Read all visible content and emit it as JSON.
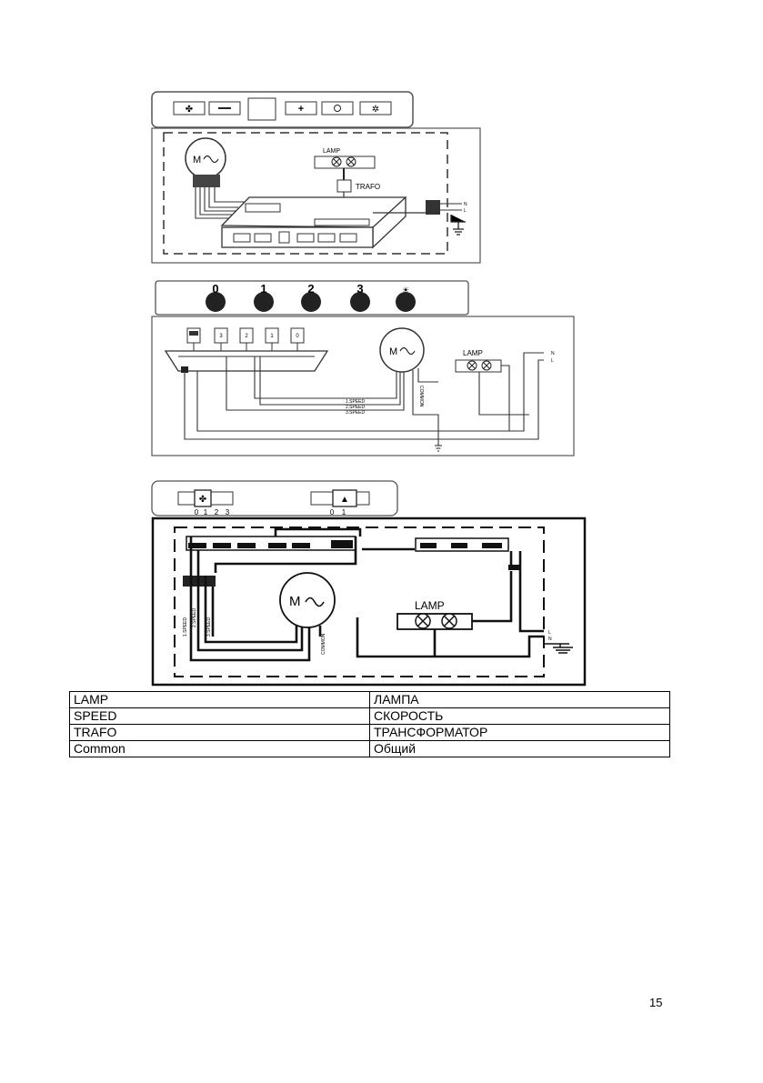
{
  "diagram1": {
    "panel_button_icons": [
      "fan-icon",
      "minus-icon",
      "display-icon",
      "plus-icon",
      "timer-icon",
      "light-icon"
    ],
    "lamp_label": "LAMP",
    "trafo_label": "TRAFO",
    "motor_label": "M",
    "terminal_labels": [
      "N",
      "L"
    ]
  },
  "diagram2": {
    "switch_labels": [
      "0",
      "1",
      "2",
      "3"
    ],
    "knob_labels": [
      "3",
      "2",
      "1",
      "0"
    ],
    "motor_label": "M",
    "lamp_label": "LAMP",
    "wire_labels": [
      "1.SPEED",
      "2.SPEED",
      "3.SPEED"
    ],
    "common_label": "COMMON",
    "terminal_labels": [
      "N",
      "L"
    ]
  },
  "diagram3": {
    "fan_scale": [
      "0",
      "1",
      "2",
      "3"
    ],
    "lamp_scale": [
      "0",
      "1"
    ],
    "motor_label": "M",
    "lamp_label": "LAMP",
    "wire_labels": [
      "1.SPEED",
      "2.SPEED",
      "3.SPEED"
    ],
    "common_label": "COMMON",
    "terminal_labels": [
      "L",
      "N"
    ]
  },
  "legend": [
    {
      "en": "LAMP",
      "ru": "ЛАМПА"
    },
    {
      "en": "SPEED",
      "ru": "СКОРОСТЬ"
    },
    {
      "en": "TRAFO",
      "ru": "ТРАНСФОРМАТОР"
    },
    {
      "en": "Common",
      "ru": "Общий"
    }
  ],
  "page_number": "15"
}
